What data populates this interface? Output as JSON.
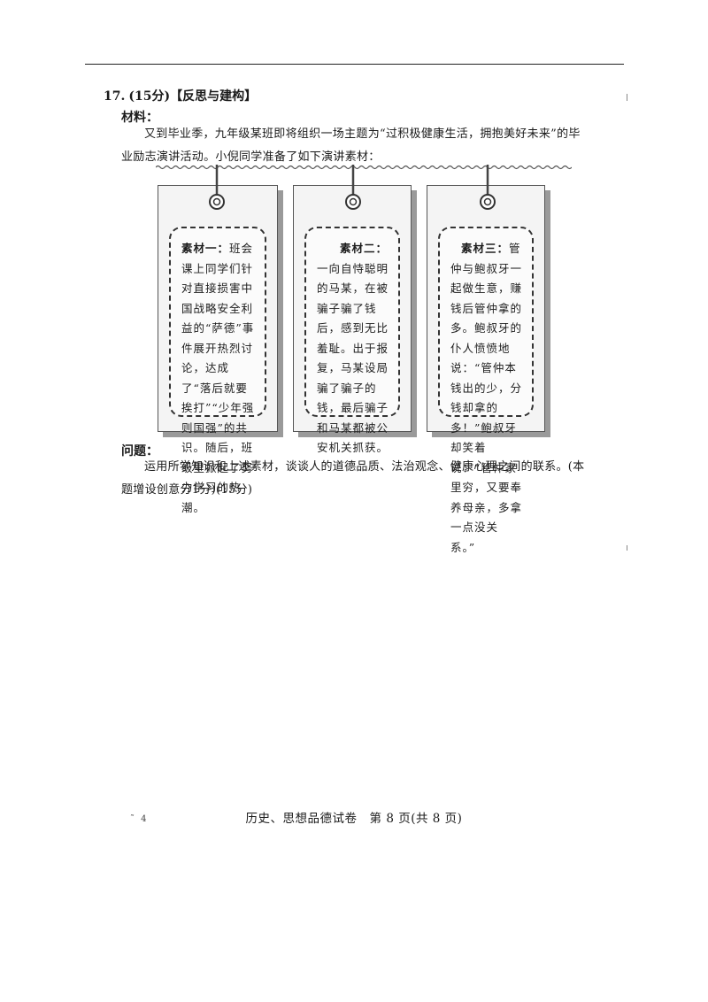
{
  "question": {
    "number": "17.",
    "score": "(15分)",
    "section": "【反思与建构】"
  },
  "material": {
    "label": "材料：",
    "intro": "又到毕业季，九年级某班即将组织一场主题为“过积极健康生活，拥抱美好未来”的毕业励志演讲活动。小倪同学准备了如下演讲素材："
  },
  "cards": [
    {
      "title": "素材一：",
      "text": "班会课上同学们针对直接损害中国战略安全利益的“萨德”事件展开热烈讨论，达成了“落后就要挨打”“少年强则国强”的共识。随后，班级里掀起了努力学习的热潮。"
    },
    {
      "title": "素材二：",
      "text": "一向自恃聪明的马某，在被骗子骗了钱后，感到无比羞耻。出于报复，马某设局骗了骗子的钱，最后骗子和马某都被公安机关抓获。"
    },
    {
      "title": "素材三：",
      "text": "管仲与鲍叔牙一起做生意，赚钱后管仲拿的多。鲍叔牙的仆人愤愤地说：“管仲本钱出的少，分钱却拿的多！”鲍叔牙却笑着说：“管仲家里穷，又要奉养母亲，多拿一点没关系。”"
    }
  ],
  "question_body": {
    "label": "问题：",
    "text": "运用所学知识和上述素材，谈谈人的道德品质、法治观念、健康心理之间的联系。(本题增设创意分1分)(15分)"
  },
  "footer": {
    "marks": "˜ 4",
    "text": "历史、思想品德试卷　第 8 页(共 8 页)"
  },
  "colors": {
    "ink": "#1a1a1a",
    "card_bg": "#f4f4f4",
    "card_shadow": "#9a9a9a"
  }
}
